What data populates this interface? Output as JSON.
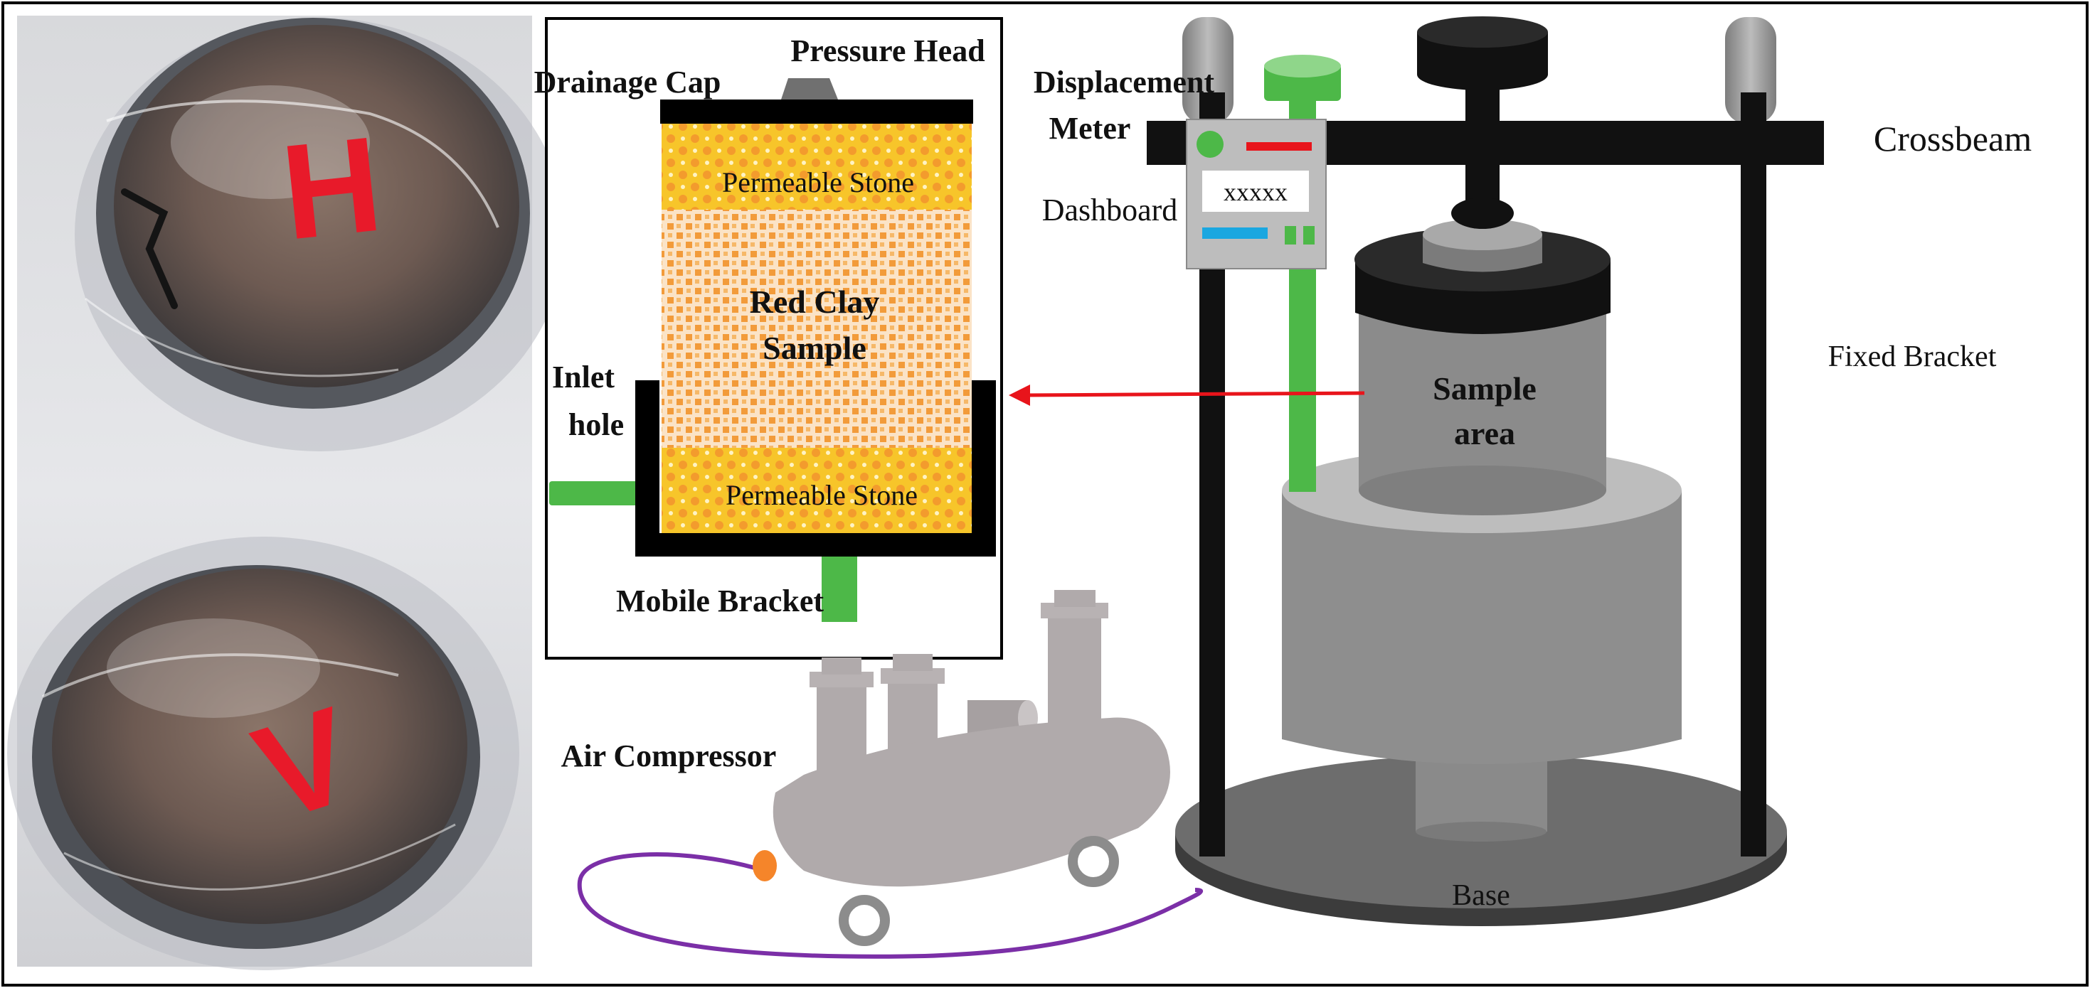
{
  "photo": {
    "top_sample_mark": "H",
    "bottom_sample_mark": "V"
  },
  "inset": {
    "pressure_head": "Pressure Head",
    "drainage_cap": "Drainage Cap",
    "permeable_stone_top": "Permeable Stone",
    "sample_line1": "Red Clay",
    "sample_line2": "Sample",
    "inlet_line1": "Inlet",
    "inlet_line2": "hole",
    "permeable_stone_bottom": "Permeable Stone",
    "mobile_bracket": "Mobile Bracket"
  },
  "apparatus": {
    "displacement_line1": "Displacement",
    "displacement_line2": "Meter",
    "crossbeam": "Crossbeam",
    "dashboard": "Dashboard",
    "dashboard_readout": "xxxxx",
    "fixed_bracket": "Fixed Bracket",
    "sample_area_line1": "Sample",
    "sample_area_line2": "area",
    "air_compressor": "Air Compressor",
    "base": "Base"
  },
  "colors": {
    "frame": "#000000",
    "rod_black": "#111111",
    "gray_light": "#bdbdbd",
    "gray_mid": "#8e8e8e",
    "gray_dark": "#6a6a6a",
    "green": "#4db848",
    "red_arrow": "#e8141b",
    "stone_yellow": "#f7c52a",
    "clay_orange": "#f2a23a",
    "hose_purple": "#7b2fa7",
    "compressor_gray": "#b0aaab",
    "nozzle_orange": "#f5852a",
    "dash_blue": "#1aa7e0"
  }
}
